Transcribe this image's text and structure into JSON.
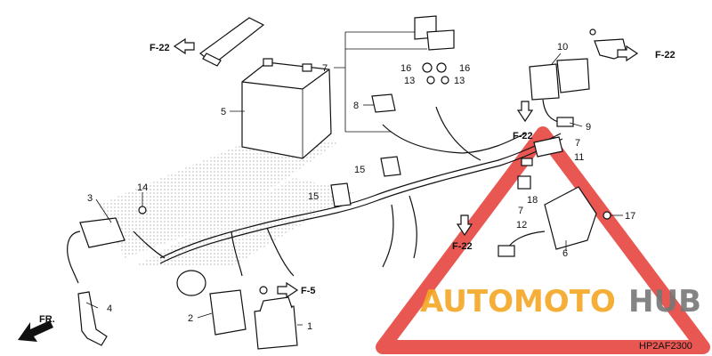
{
  "diagram": {
    "code": "HP2AF2300",
    "direction_label": "FR.",
    "ref_labels": {
      "f22_top_left": "F-22",
      "f22_top_right": "F-22",
      "f22_middle": "F-22",
      "f22_bottom": "F-22",
      "f5": "F-5"
    },
    "callouts": {
      "c1": "1",
      "c2": "2",
      "c3": "3",
      "c4": "4",
      "c5": "5",
      "c6": "6",
      "c7a": "7",
      "c7b": "7",
      "c7c": "7",
      "c8": "8",
      "c9": "9",
      "c10": "10",
      "c11": "11",
      "c12": "12",
      "c13a": "13",
      "c13b": "13",
      "c14": "14",
      "c15a": "15",
      "c15b": "15",
      "c16a": "16",
      "c16b": "16",
      "c17": "17",
      "c18": "18"
    }
  },
  "watermark": {
    "text_part1": "AUTOMOTO",
    "text_part2": "HUB",
    "color_orange": "#f5a623",
    "color_gray": "#777777",
    "triangle_color": "#e53935"
  }
}
